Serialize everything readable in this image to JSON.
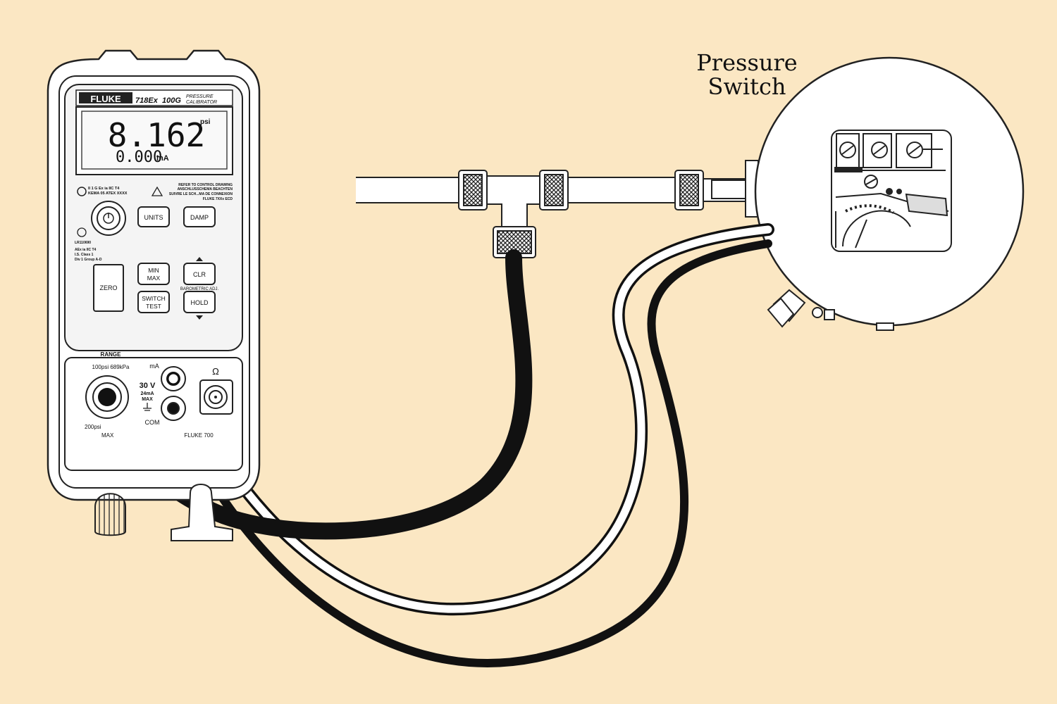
{
  "diagram": {
    "title_lines": [
      "Pressure",
      "Switch"
    ]
  },
  "calibrator": {
    "brand": "FLUKE",
    "model": "718Ex",
    "range_model": "100G",
    "descriptor_lines": [
      "PRESSURE",
      "CALIBRATOR"
    ],
    "display": {
      "primary_value": "8.162",
      "primary_unit": "psi",
      "secondary_value": "0.000",
      "secondary_unit": "mA"
    },
    "label_left_lines": [
      "II 1 G Ex ia IIC T4",
      "KEMA 05 ATEX XXXX"
    ],
    "label_right_lines": [
      "REFER TO CONTROL DRAWING",
      "ANSCHLUSSCHEMA BEACHTEN",
      "SUIVRE LE SCH...MA DE CONNEXION",
      "FLUKE 7XXx ECD"
    ],
    "cert_lines": [
      "LR110690",
      "AEx ia IIC T4",
      "I.S. Class 1",
      "Div 1 Group A-D"
    ],
    "buttons": {
      "units": "UNITS",
      "damp": "DAMP",
      "zero": "ZERO",
      "minmax_lines": [
        "MIN",
        "MAX"
      ],
      "clr": "CLR",
      "barometric": "BAROMETRIC ADJ.",
      "switch_test_lines": [
        "SWITCH",
        "TEST"
      ],
      "hold": "HOLD"
    },
    "ports": {
      "range_title": "RANGE",
      "range_low": "100psi  689kPa",
      "range_high": "200psi",
      "range_max": "MAX",
      "ma": "mA",
      "com": "COM",
      "voltage_lines": [
        "30 V",
        "24mA",
        "MAX"
      ],
      "fluke_port_label": "FLUKE 700",
      "omega_symbol": "Ω"
    }
  }
}
